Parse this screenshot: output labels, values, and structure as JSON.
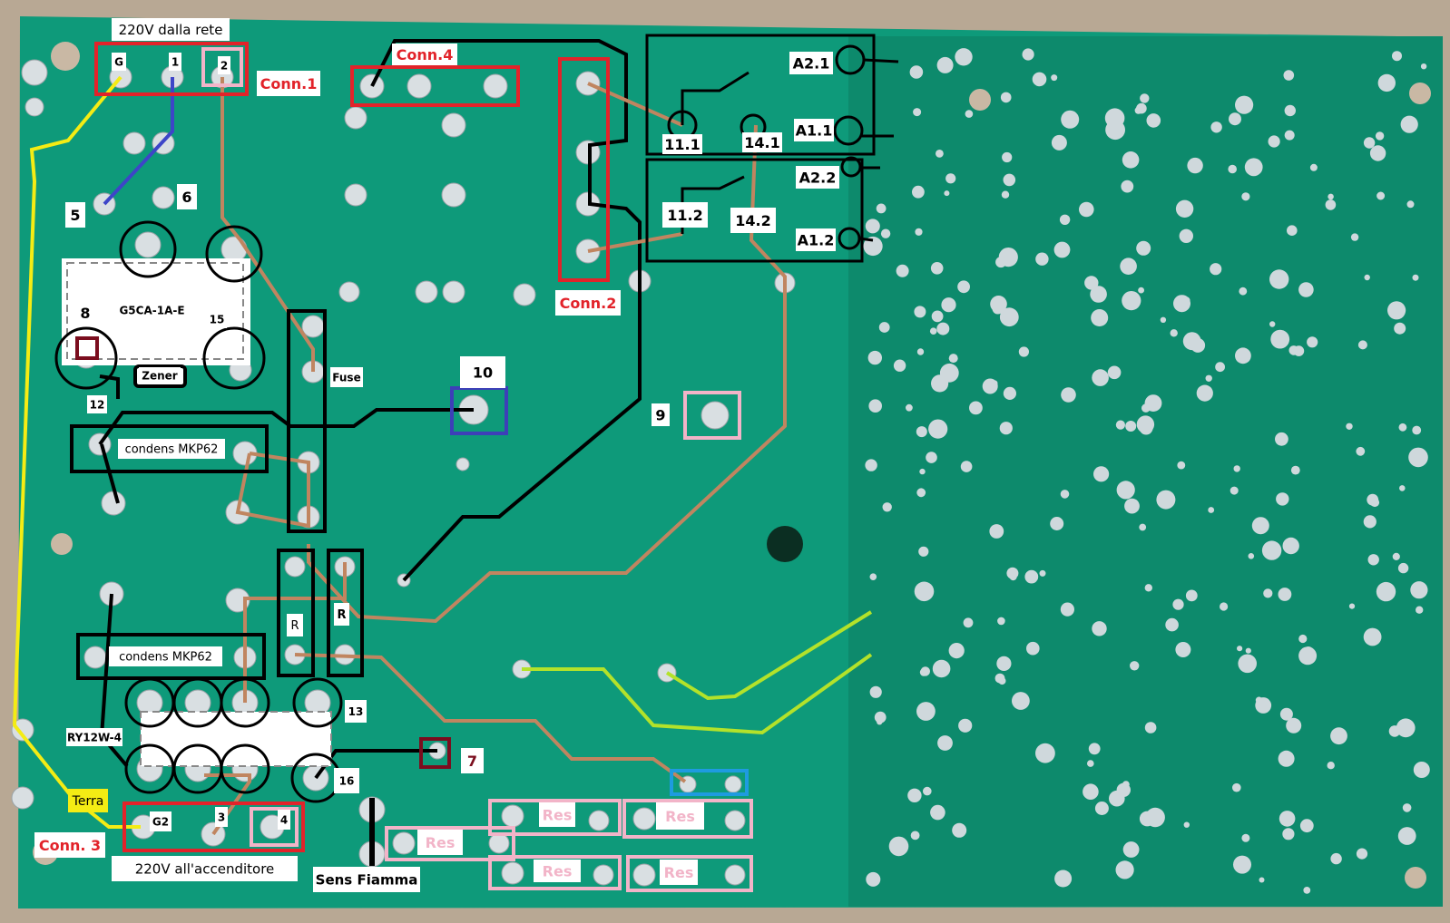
{
  "colors": {
    "board": "#0e9a7a",
    "board_dark": "#0d7f63",
    "wood": "#b8a894",
    "pad": "#d9dfe2",
    "conn_box": "#e2232a",
    "pink_box": "#f2b4c8",
    "dark_red_box": "#7b0d1e",
    "blue_box": "#3d3fb8",
    "cyan_box": "#1e9be0",
    "wire_black": "#000000",
    "wire_brown": "#c08560",
    "wire_yellow": "#f4ec14",
    "wire_blue": "#3d45c8",
    "wire_lime": "#b3e22a",
    "label_red": "#e2232a",
    "label_pink": "#f2b4c8",
    "label_darkred": "#7b0d1e"
  },
  "labels": {
    "mains_in": "220V dalla rete",
    "conn1": "Conn.1",
    "conn1_pins": [
      "G",
      "1",
      "2"
    ],
    "conn4": "Conn.4",
    "conn2": "Conn.2",
    "conn3": "Conn. 3",
    "conn3_pins": [
      "G2",
      "3",
      "4"
    ],
    "igniter_out": "220V all'accenditore",
    "ground": "Terra",
    "flame_sensor": "Sens Fiamma",
    "relay1": "G5CA-1A-E",
    "relay2": "RY12W-4",
    "zener": "Zener",
    "fuse": "Fuse",
    "cap1": "condens MKP62",
    "cap2": "condens MKP62",
    "resistor_a": "R",
    "resistor_b": "R",
    "res": [
      "Res",
      "Res",
      "Res",
      "Res",
      "Res"
    ],
    "points": {
      "p5": "5",
      "p6": "6",
      "p7": "7",
      "p8": "8",
      "p9": "9",
      "p10": "10",
      "p12": "12",
      "p13": "13",
      "p15": "15",
      "p16": "16"
    },
    "relay_block": {
      "a2_1": "A2.1",
      "a1_1": "A1.1",
      "a2_2": "A2.2",
      "a1_2": "A1.2",
      "t11_1": "11.1",
      "t14_1": "14.1",
      "t11_2": "11.2",
      "t14_2": "14.2"
    }
  }
}
